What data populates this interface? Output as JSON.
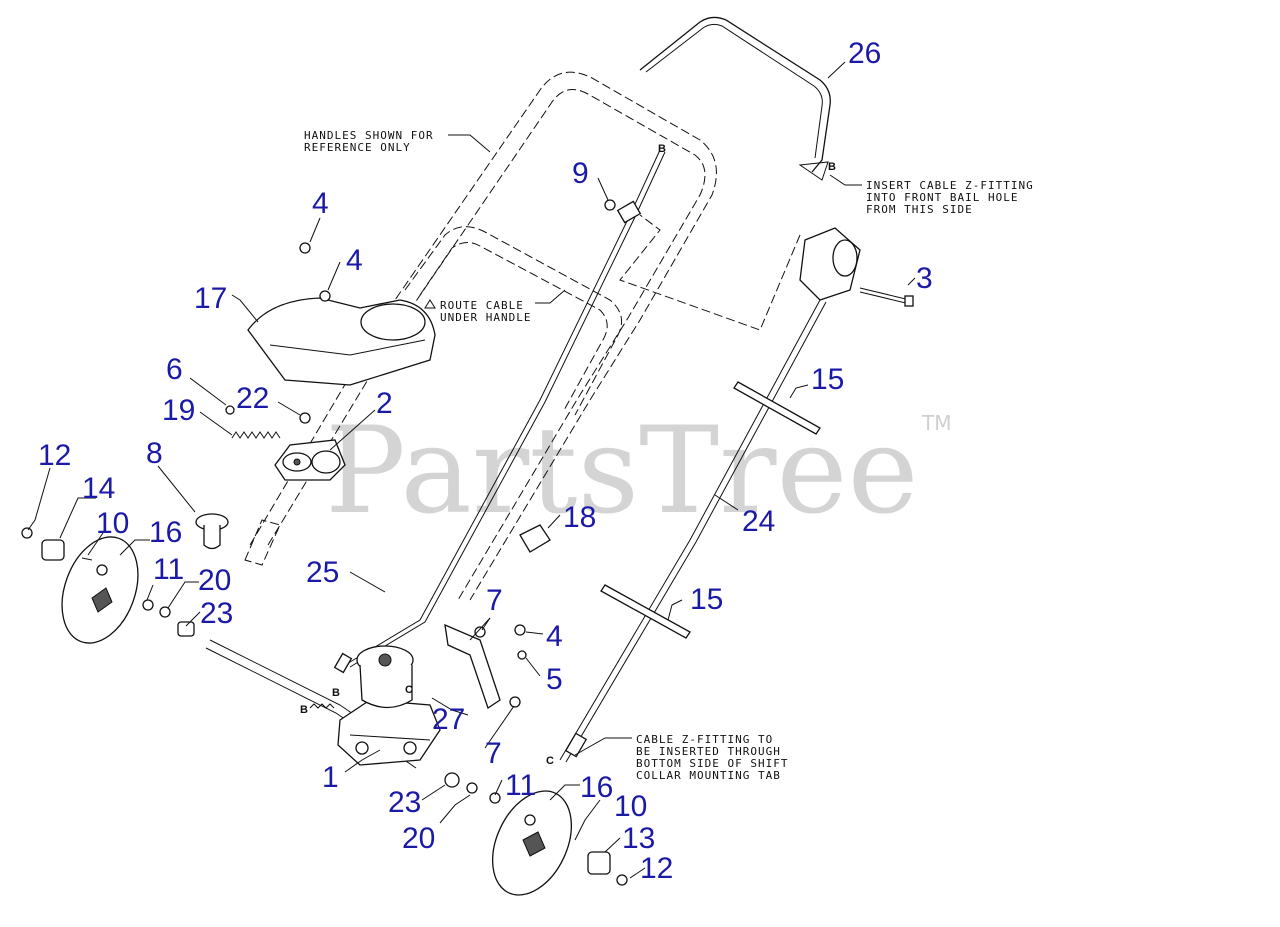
{
  "watermark": {
    "text": "PartsTree",
    "tm": "TM"
  },
  "notes": {
    "handles": [
      "HANDLES SHOWN FOR",
      "REFERENCE ONLY"
    ],
    "route": [
      "ROUTE CABLE",
      "UNDER HANDLE"
    ],
    "insert_cable": [
      "INSERT CABLE Z-FITTING",
      "INTO FRONT BAIL HOLE",
      "FROM THIS SIDE"
    ],
    "cable_fitting": [
      "CABLE Z-FITTING TO",
      "BE INSERTED THROUGH",
      "BOTTOM SIDE OF SHIFT",
      "COLLAR MOUNTING TAB"
    ]
  },
  "refs": {
    "b": "B",
    "c": "C"
  },
  "callouts": [
    {
      "id": "26",
      "label": "26"
    },
    {
      "id": "9",
      "label": "9"
    },
    {
      "id": "4a",
      "label": "4"
    },
    {
      "id": "4b",
      "label": "4"
    },
    {
      "id": "3",
      "label": "3"
    },
    {
      "id": "17",
      "label": "17"
    },
    {
      "id": "6",
      "label": "6"
    },
    {
      "id": "22",
      "label": "22"
    },
    {
      "id": "2",
      "label": "2"
    },
    {
      "id": "19",
      "label": "19"
    },
    {
      "id": "15a",
      "label": "15"
    },
    {
      "id": "12a",
      "label": "12"
    },
    {
      "id": "8",
      "label": "8"
    },
    {
      "id": "14",
      "label": "14"
    },
    {
      "id": "10a",
      "label": "10"
    },
    {
      "id": "16a",
      "label": "16"
    },
    {
      "id": "18",
      "label": "18"
    },
    {
      "id": "24",
      "label": "24"
    },
    {
      "id": "11a",
      "label": "11"
    },
    {
      "id": "20a",
      "label": "20"
    },
    {
      "id": "23a",
      "label": "23"
    },
    {
      "id": "25",
      "label": "25"
    },
    {
      "id": "7a",
      "label": "7"
    },
    {
      "id": "15b",
      "label": "15"
    },
    {
      "id": "4c",
      "label": "4"
    },
    {
      "id": "5",
      "label": "5"
    },
    {
      "id": "27",
      "label": "27"
    },
    {
      "id": "7b",
      "label": "7"
    },
    {
      "id": "1",
      "label": "1"
    },
    {
      "id": "23b",
      "label": "23"
    },
    {
      "id": "11b",
      "label": "11"
    },
    {
      "id": "16b",
      "label": "16"
    },
    {
      "id": "10b",
      "label": "10"
    },
    {
      "id": "20b",
      "label": "20"
    },
    {
      "id": "13",
      "label": "13"
    },
    {
      "id": "12b",
      "label": "12"
    }
  ],
  "colors": {
    "callout": "#1a1aa6",
    "linework": "#111111",
    "watermark": "#d4d4d4"
  }
}
